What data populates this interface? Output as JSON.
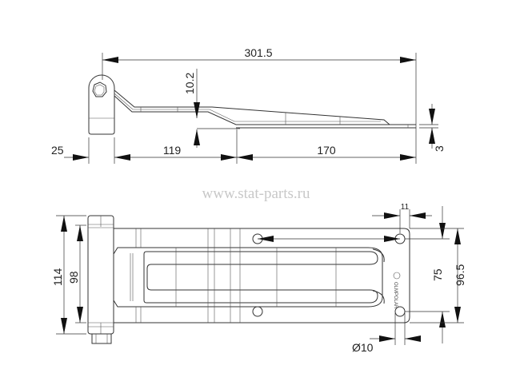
{
  "watermark": "www.stat-parts.ru",
  "side_view": {
    "dimensions": {
      "overall_length": "301.5",
      "offset_height": "10.2",
      "knuckle_width": "25",
      "bend_length": "119",
      "flat_length": "170",
      "thickness": "3"
    }
  },
  "top_view": {
    "dimensions": {
      "total_height": "114",
      "plate_height": "98",
      "hole_spacing": "75",
      "end_height": "96.5",
      "hole_edge_offset": "11",
      "hole_diameter": "Ø10"
    },
    "logo_text": "OLMPOLAR"
  }
}
